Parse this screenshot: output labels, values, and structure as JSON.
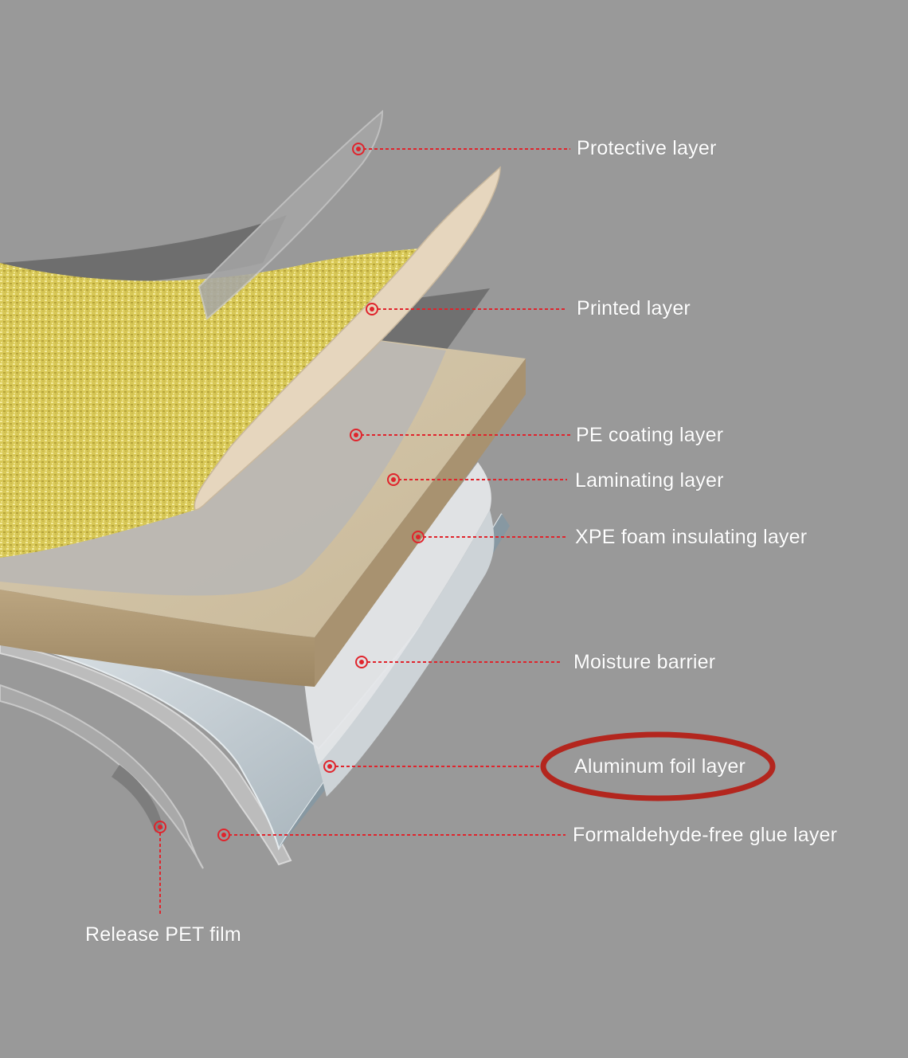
{
  "labels": {
    "protective": "Protective layer",
    "printed": "Printed layer",
    "pe_coating": "PE coating layer",
    "laminating": "Laminating layer",
    "xpe_foam": "XPE foam insulating layer",
    "moisture": "Moisture barrier",
    "aluminum": "Aluminum foil layer",
    "glue": "Formaldehyde-free glue layer",
    "release_pet": "Release PET film"
  },
  "highlighted_label": "Aluminum foil layer",
  "colors": {
    "background": "#999999",
    "leader_line": "#e0242c",
    "highlight_ellipse": "#b3261e",
    "label_text": "#ffffff",
    "printed_surface": "#d9c85a",
    "board_top": "#cfc1a6",
    "board_side": "#b09a78"
  }
}
